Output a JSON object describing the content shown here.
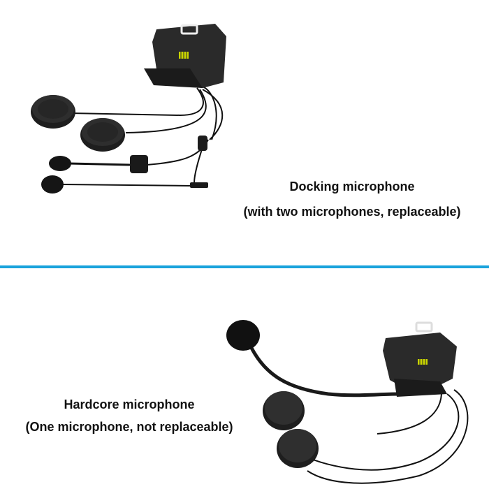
{
  "sections": [
    {
      "title": "Docking microphone",
      "subtitle": "(with two microphones, replaceable)"
    },
    {
      "title": "Hardcore microphone",
      "subtitle": "(One microphone, not replaceable)"
    }
  ],
  "colors": {
    "divider": "#1aa3dc",
    "device_body": "#2a2a2a",
    "contacts": "#c9d400",
    "foam": "#111111"
  }
}
